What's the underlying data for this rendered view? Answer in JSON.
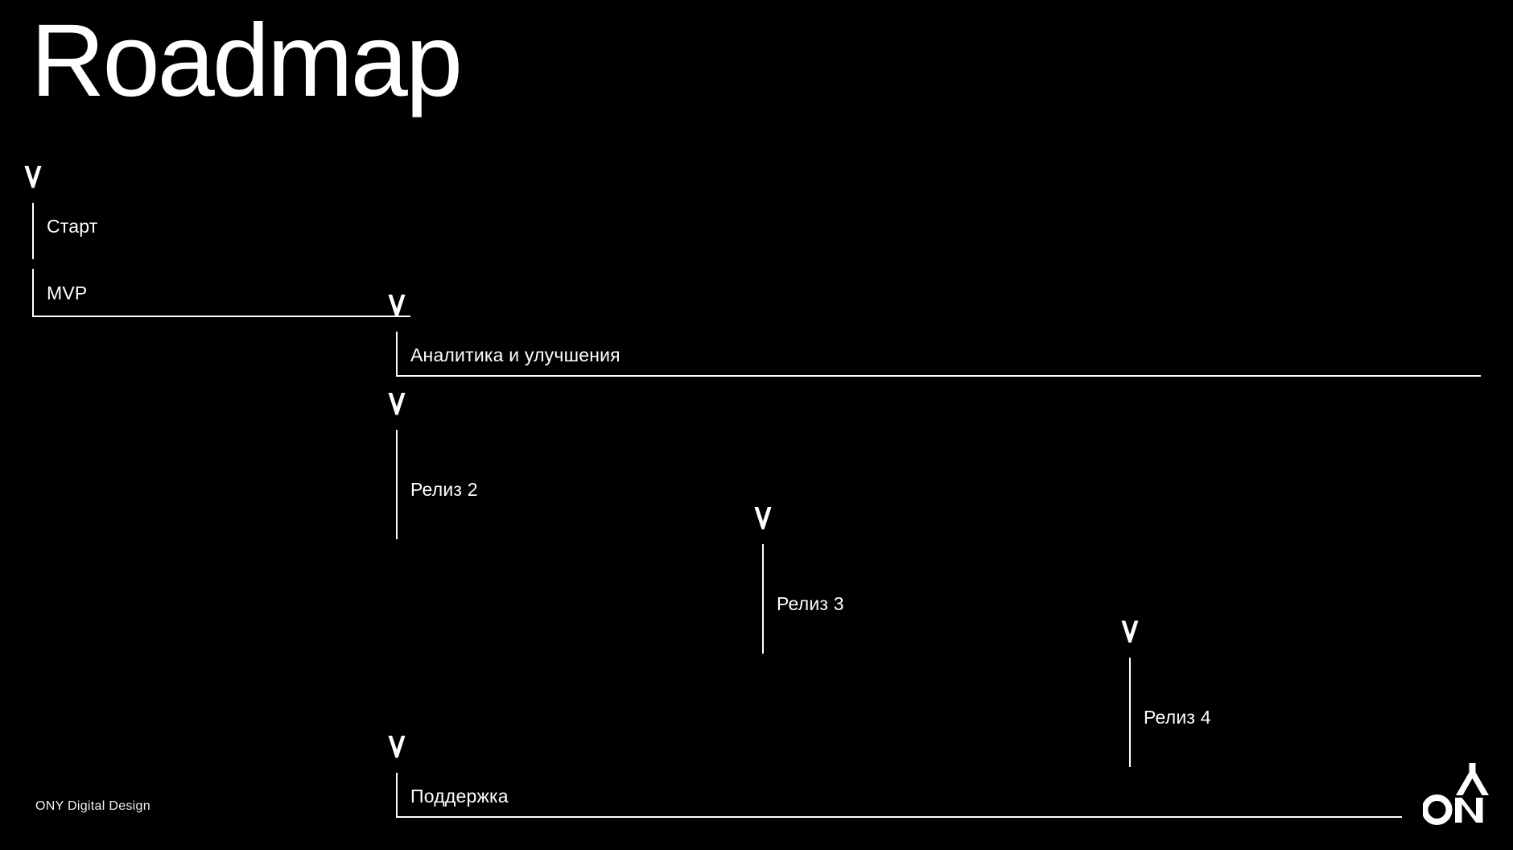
{
  "slide": {
    "title": "Roadmap",
    "background_color": "#000000",
    "foreground_color": "#ffffff"
  },
  "milestones": [
    {
      "id": "start",
      "label": "Старт",
      "marker_icon": "chevron-down-icon",
      "has_horizontal_rule": false
    },
    {
      "id": "mvp",
      "label": "MVP",
      "marker_icon": "chevron-down-icon",
      "has_horizontal_rule": true
    },
    {
      "id": "analytics",
      "label": "Аналитика и улучшения",
      "marker_icon": "chevron-down-icon",
      "has_horizontal_rule": true
    },
    {
      "id": "release-2",
      "label": "Релиз 2",
      "marker_icon": "chevron-down-icon",
      "has_horizontal_rule": false
    },
    {
      "id": "release-3",
      "label": "Релиз 3",
      "marker_icon": "chevron-down-icon",
      "has_horizontal_rule": false
    },
    {
      "id": "release-4",
      "label": "Релиз 4",
      "marker_icon": "chevron-down-icon",
      "has_horizontal_rule": false
    },
    {
      "id": "support",
      "label": "Поддержка",
      "marker_icon": "chevron-down-icon",
      "has_horizontal_rule": true
    }
  ],
  "footer": {
    "credit": "ONY Digital Design",
    "logo_text": "ON",
    "logo_icon": "ony-tent-mark-icon"
  }
}
